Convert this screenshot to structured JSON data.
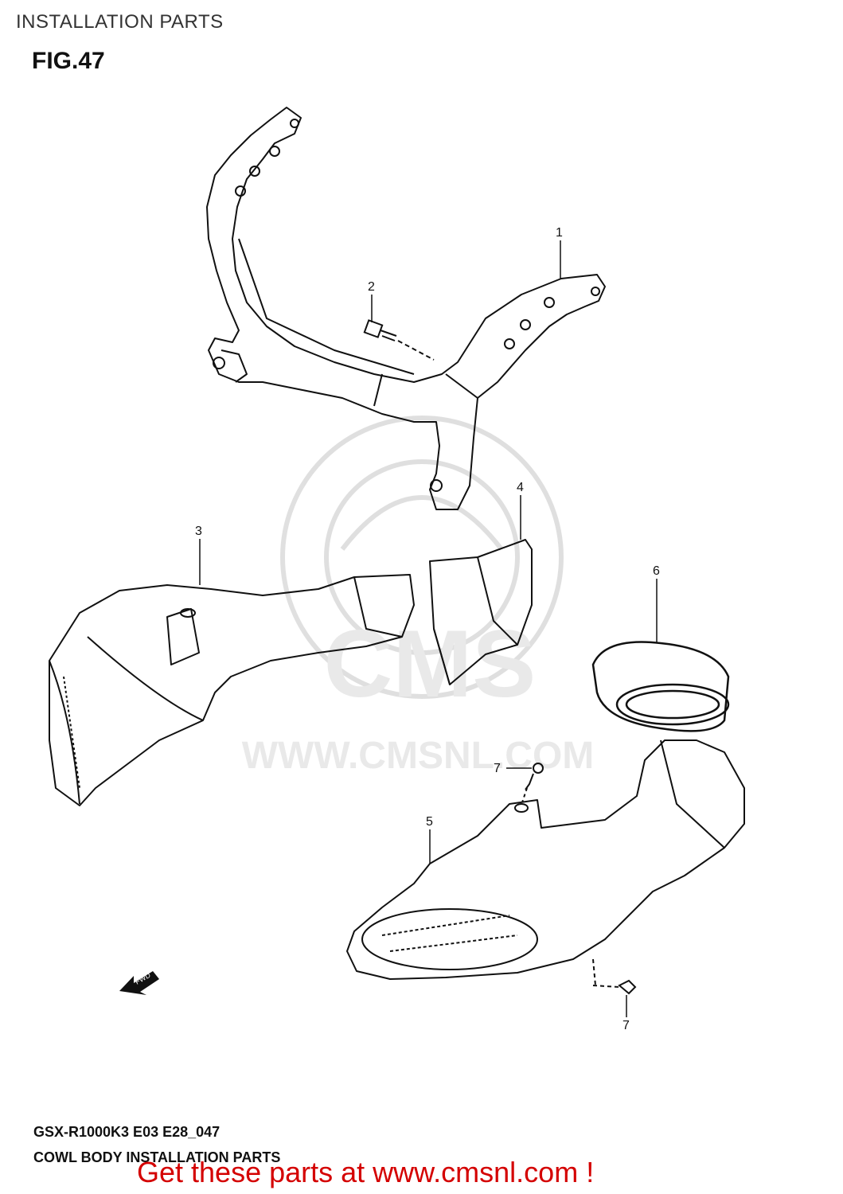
{
  "header": {
    "title": "INSTALLATION PARTS",
    "figure": "FIG.47"
  },
  "callouts": {
    "c1": "1",
    "c2": "2",
    "c3": "3",
    "c4": "4",
    "c5": "5",
    "c6": "6",
    "c7a": "7",
    "c7b": "7"
  },
  "watermark": {
    "logo_text": "CMS",
    "url_text": "WWW.CMSNL.COM"
  },
  "direction_marker": "FWD",
  "footer": {
    "model_code": "GSX-R1000K3 E03 E28_047",
    "diagram_name": "COWL BODY INSTALLATION PARTS",
    "promo": "Get these parts at www.cmsnl.com !"
  }
}
